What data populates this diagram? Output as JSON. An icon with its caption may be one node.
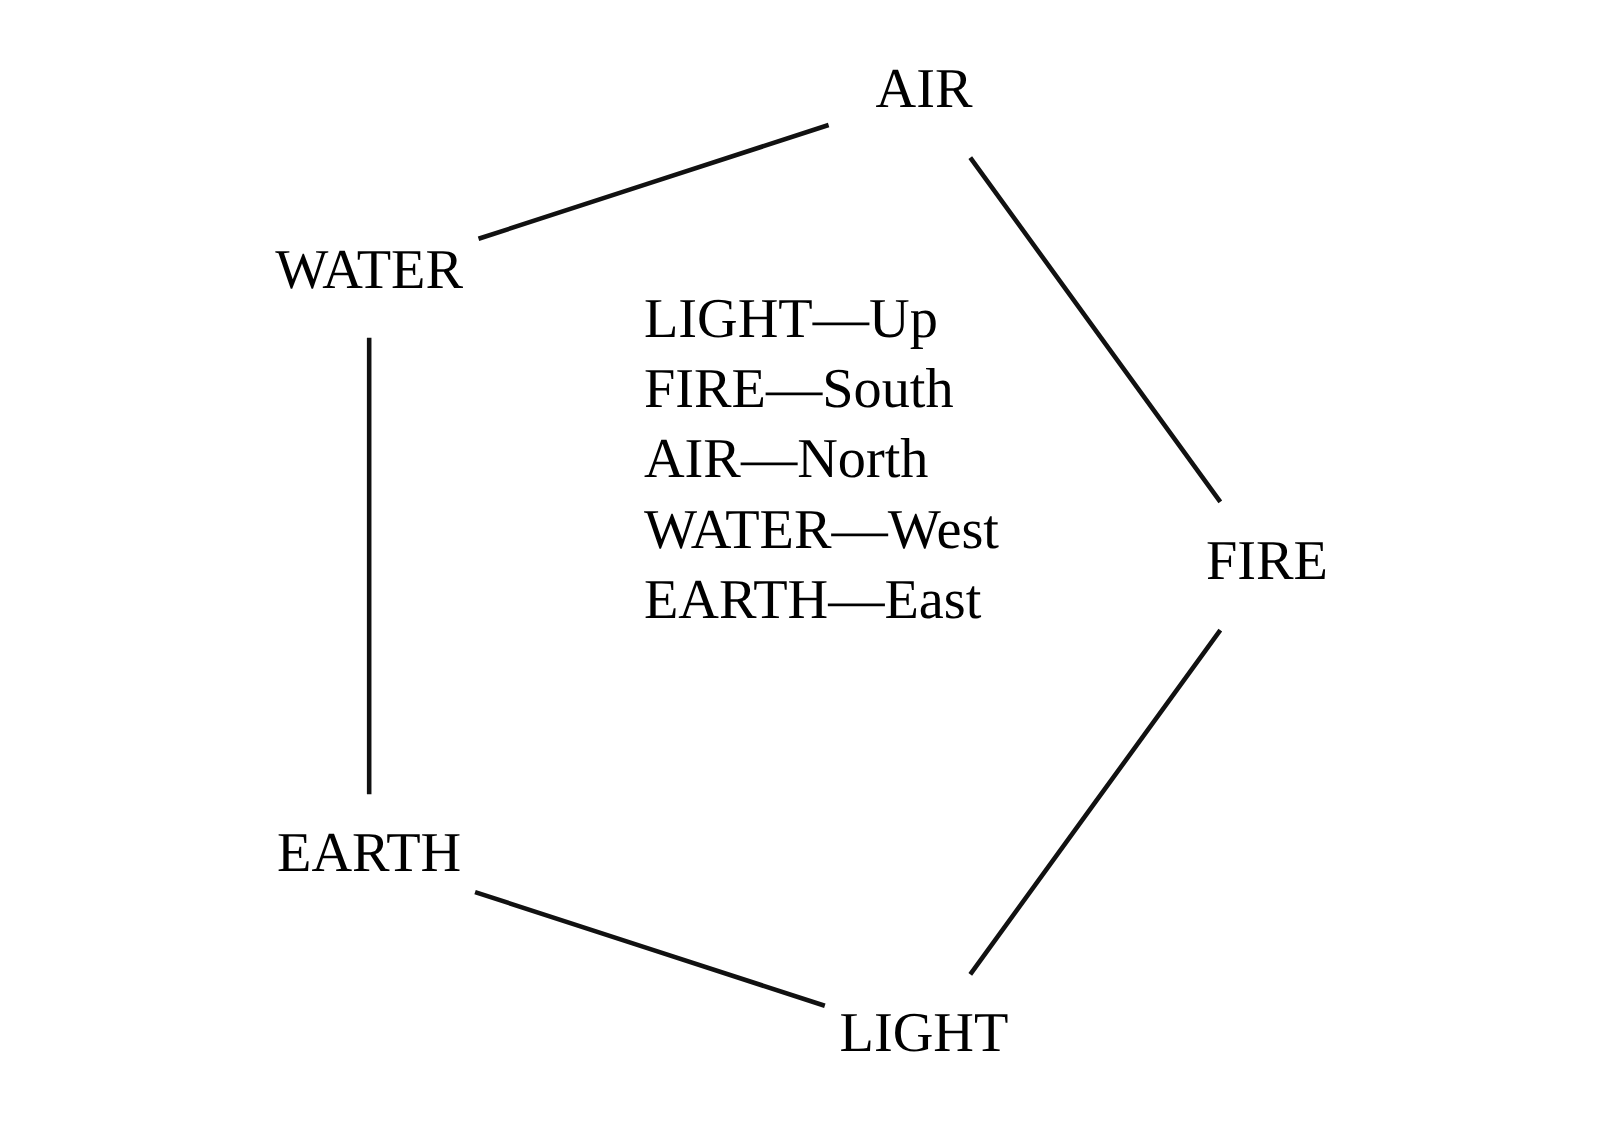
{
  "diagram": {
    "nodes": [
      {
        "text": [
          "LIGHT"
        ]
      },
      {
        "text": [
          "AIR"
        ]
      },
      {
        "text": [
          "WATER"
        ]
      },
      {
        "text": [
          "EARTH"
        ]
      },
      {
        "text": [
          "FIRE"
        ]
      }
    ],
    "edges": [
      {
        "from": 0,
        "to": 3,
        "arrow": "none"
      },
      {
        "from": 0,
        "to": 4,
        "arrow": "none"
      },
      {
        "from": 1,
        "to": 2,
        "arrow": "none"
      },
      {
        "from": 1,
        "to": 4,
        "arrow": "none"
      },
      {
        "from": 2,
        "to": 3,
        "arrow": "none"
      }
    ],
    "labels": [
      "LIGHT—Up",
      "FIRE—South",
      "AIR—North",
      "WATER—West",
      "EARTH—East"
    ]
  }
}
